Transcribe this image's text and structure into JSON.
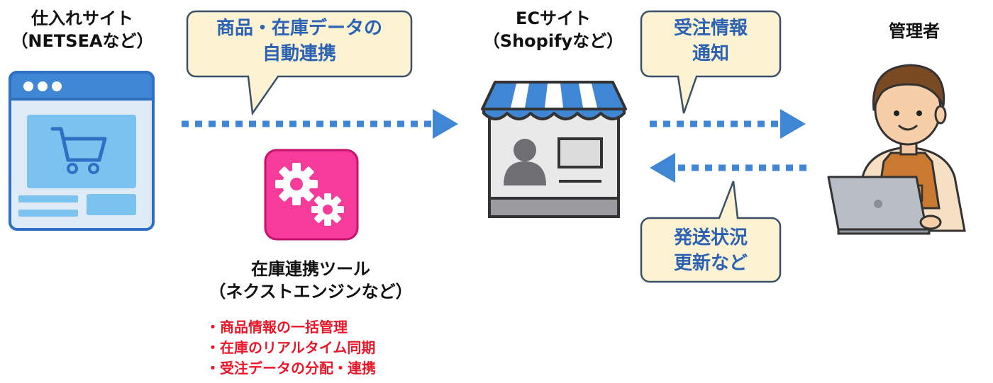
{
  "supplier": {
    "line1": "仕入れサイト",
    "line2": "（NETSEAなど）"
  },
  "ec_site": {
    "line1": "ECサイト",
    "line2": "（Shopifyなど）"
  },
  "manager": {
    "label": "管理者"
  },
  "bubble_sync": {
    "line1": "商品・在庫データの",
    "line2": "自動連携"
  },
  "bubble_order": {
    "line1": "受注情報",
    "line2": "通知"
  },
  "bubble_ship": {
    "line1": "発送状況",
    "line2": "更新など"
  },
  "tool": {
    "line1": "在庫連携ツール",
    "line2": "（ネクストエンジンなど）",
    "features": [
      "・商品情報の一括管理",
      "・在庫のリアルタイム同期",
      "・受注データの分配・連携"
    ]
  },
  "colors": {
    "accent_blue": "#3f86d4",
    "bubble_fill": "#fdf3d2",
    "bubble_stroke": "#3a5068",
    "feature_red": "#e8182a",
    "tool_pink": "#f73b9a"
  },
  "icons": [
    "browser-cart-icon",
    "store-icon",
    "gears-icon",
    "manager-with-laptop-icon"
  ]
}
